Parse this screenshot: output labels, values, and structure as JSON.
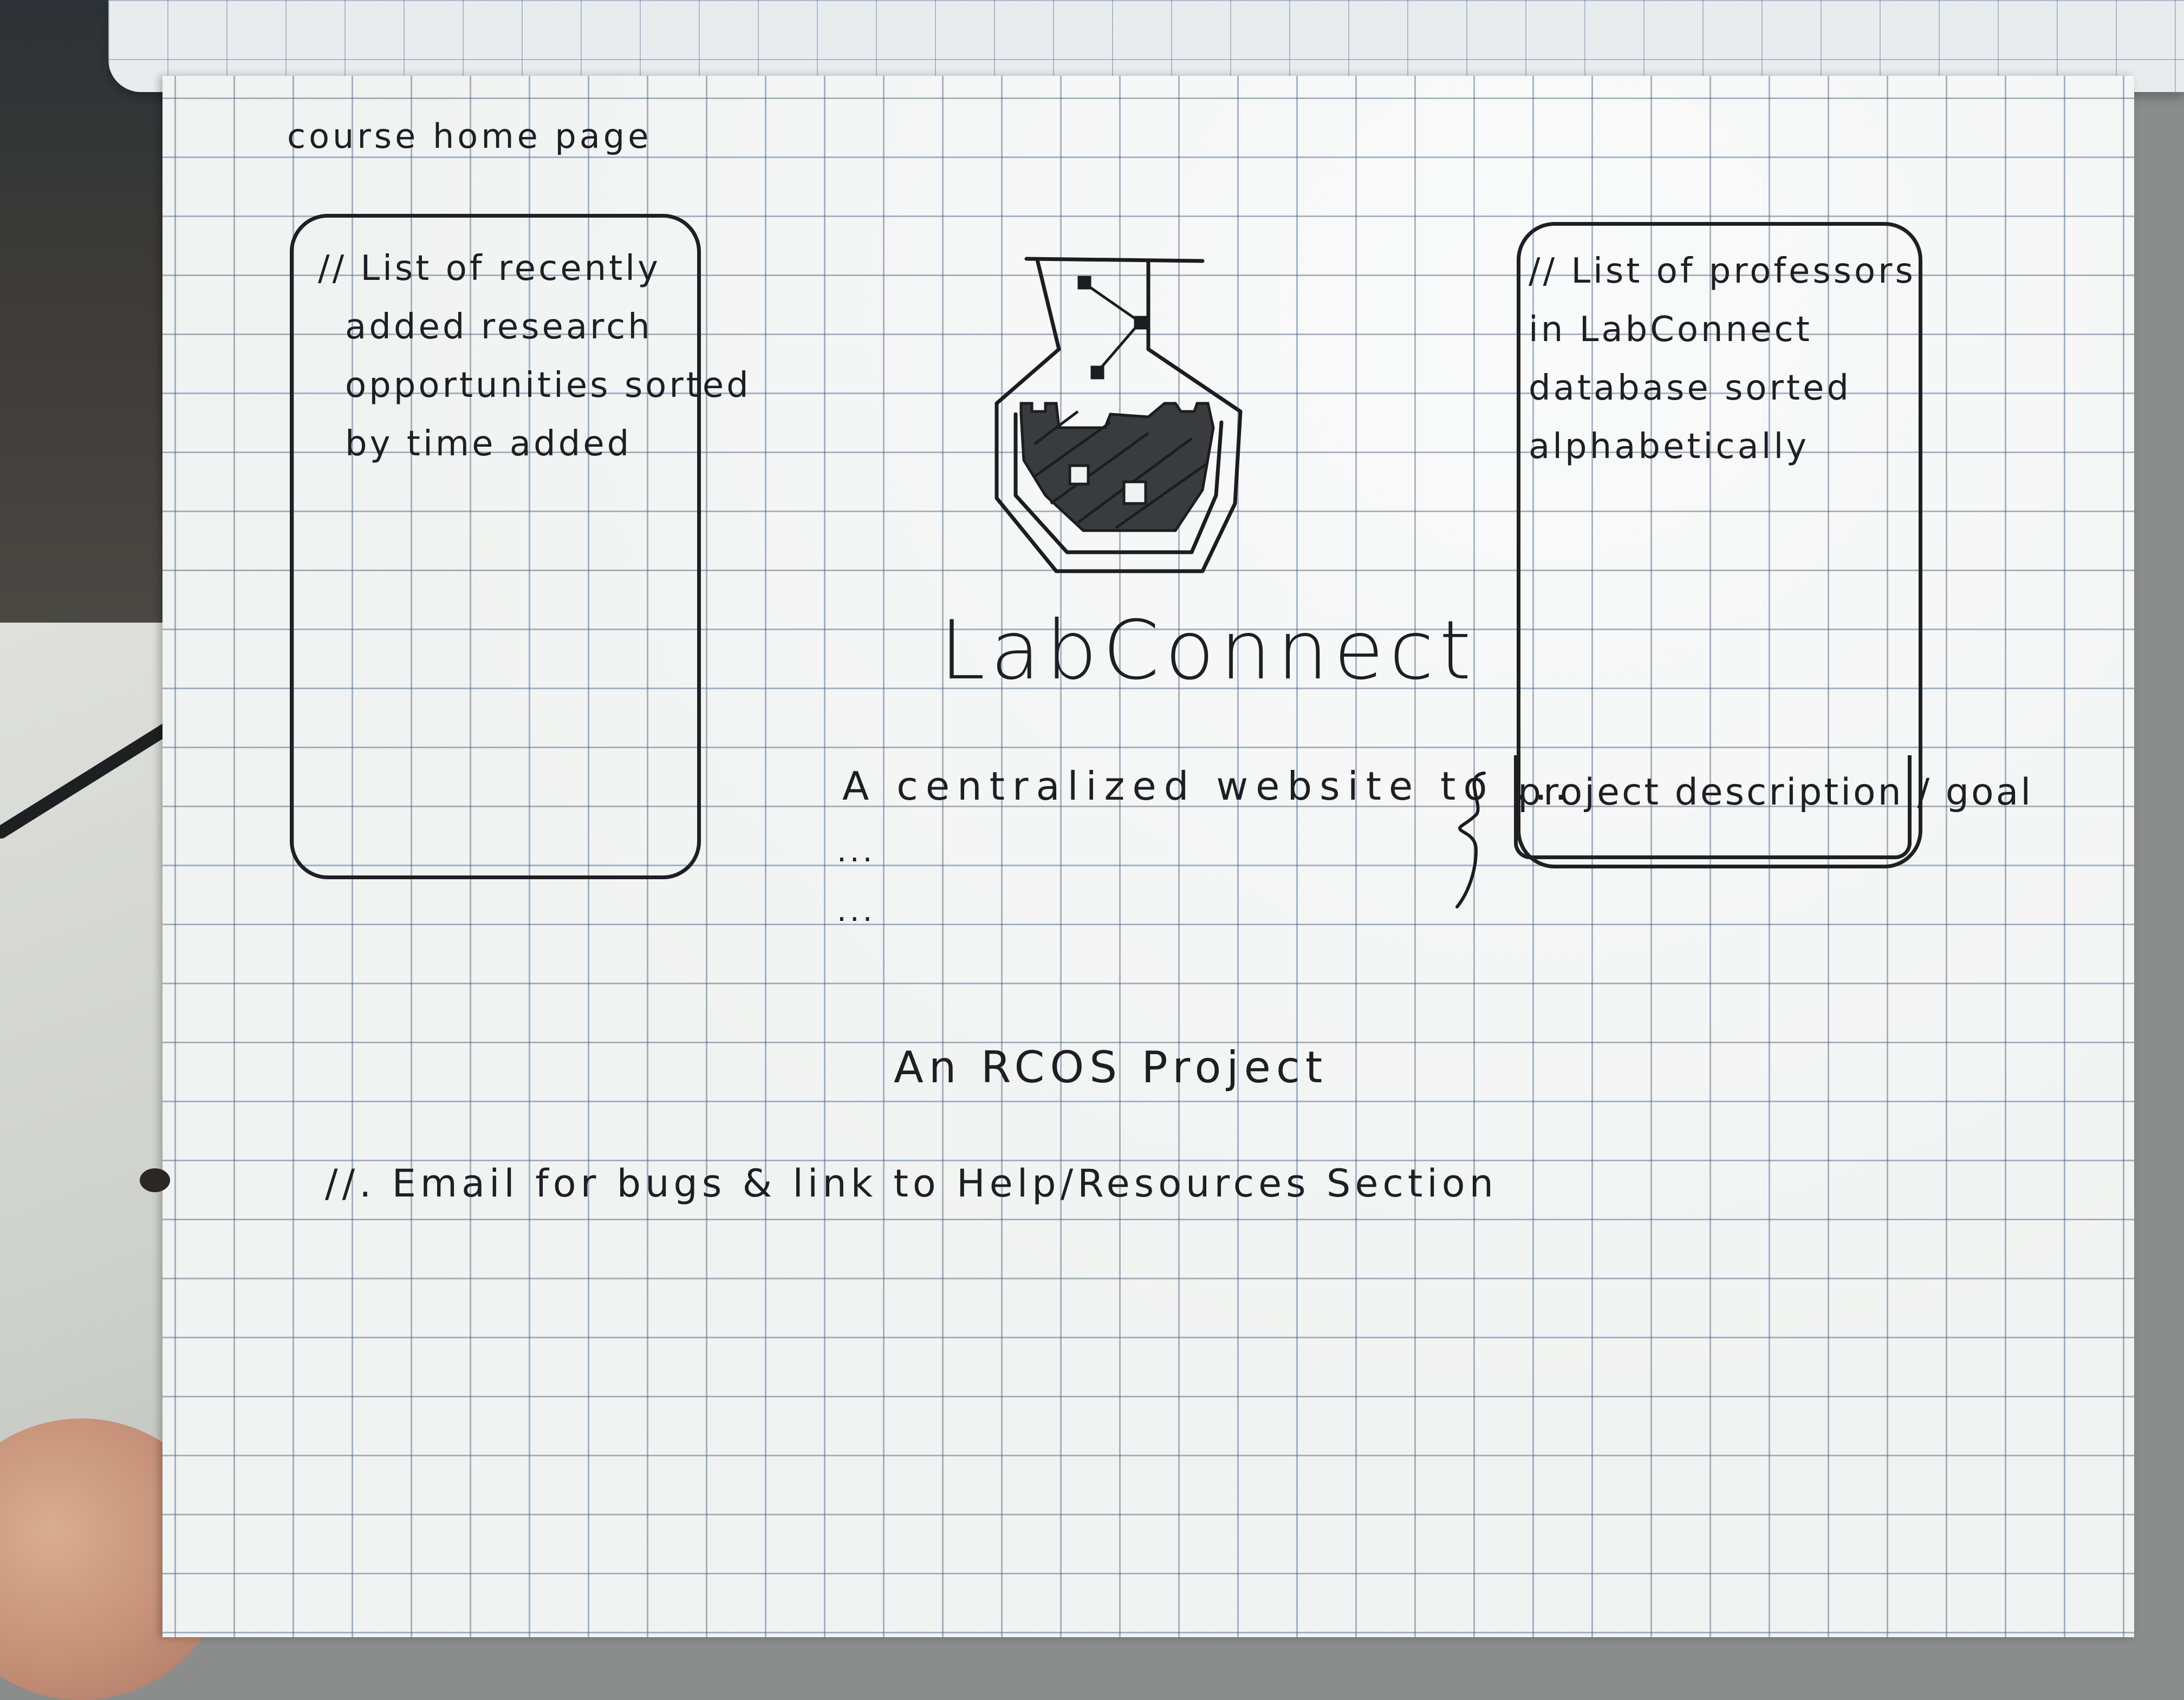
{
  "page_title": "course home page",
  "left_box": {
    "lines": [
      "// List of recently",
      "added research",
      "opportunities sorted",
      "by time added"
    ]
  },
  "right_box": {
    "lines": [
      "// List of professors",
      "in LabConnect",
      "database sorted",
      "alphabetically"
    ]
  },
  "logo_icon": "flask-logo-icon",
  "site_name": "LabConnect",
  "tagline": {
    "text": "A centralized website to ...",
    "ellipsis_1": "...",
    "ellipsis_2": "...",
    "annotation": "project description / goal"
  },
  "footer_credit": "An RCOS Project",
  "footer_note": "//. Email for bugs & link to Help/Resources Section"
}
